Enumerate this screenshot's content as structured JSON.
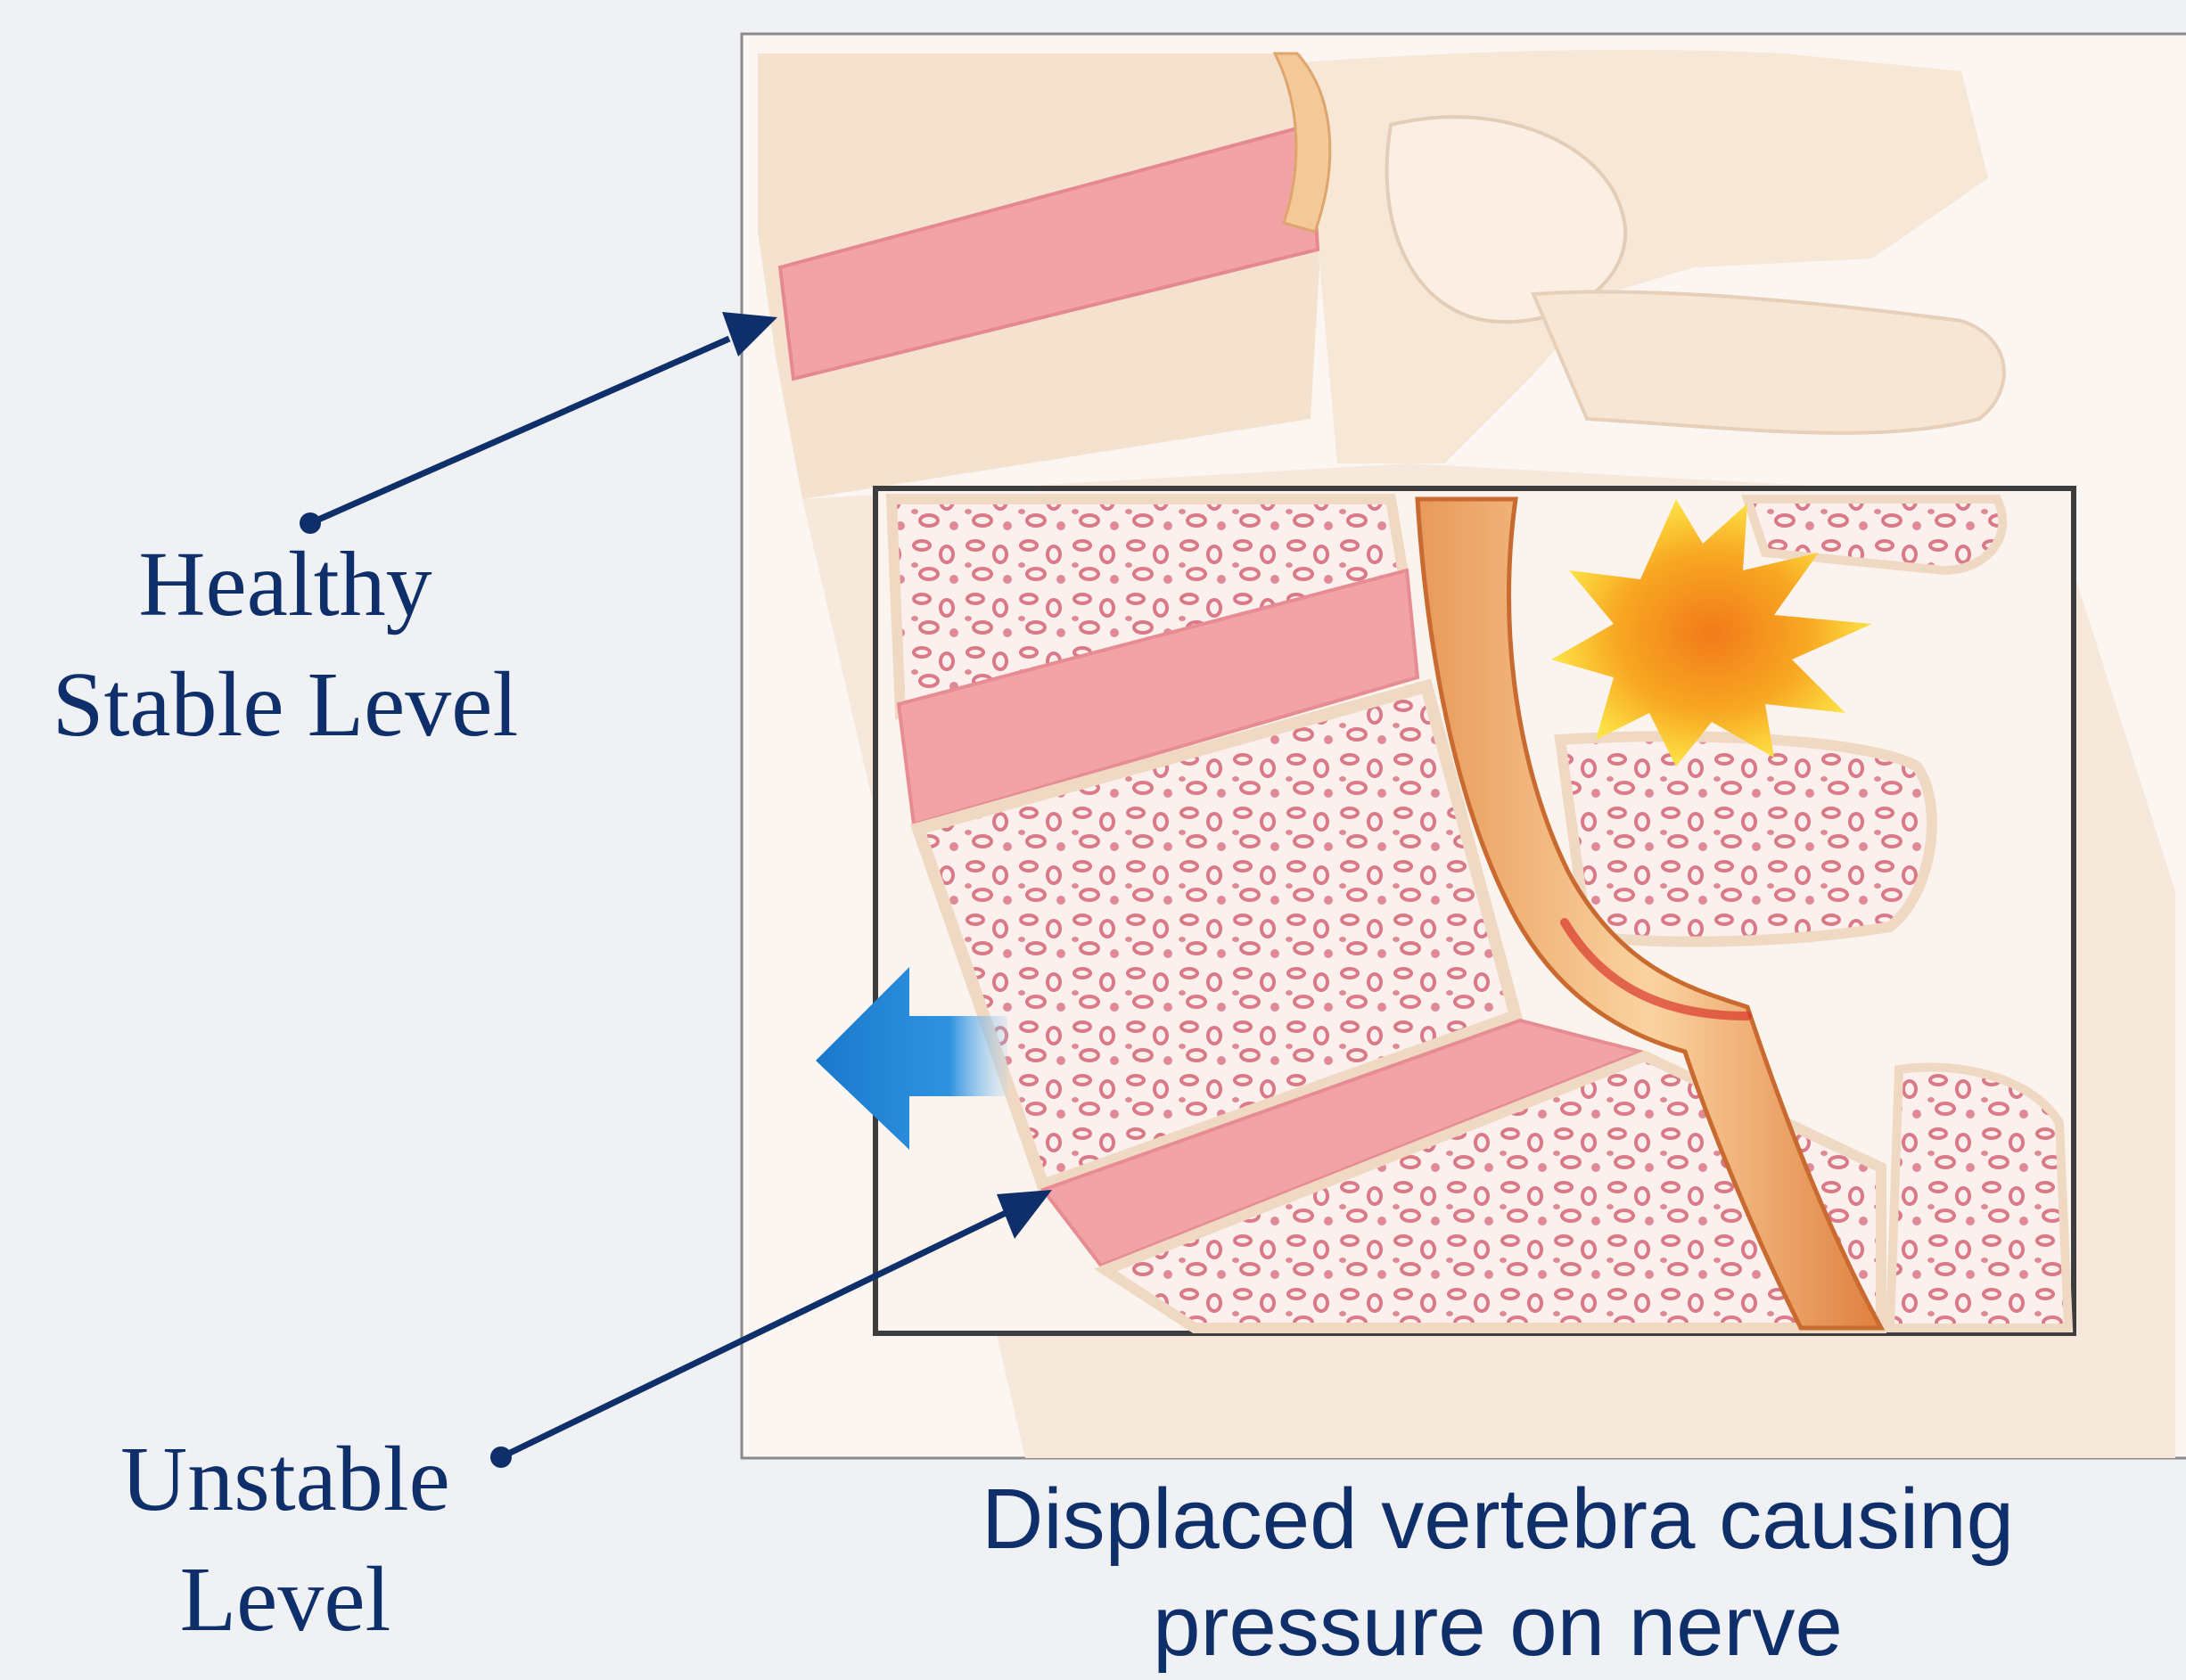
{
  "labels": {
    "healthy_line1": "Healthy",
    "healthy_line2": "Stable Level",
    "unstable_line1": "Unstable",
    "unstable_line2": "Level"
  },
  "caption": {
    "line1": "Displaced vertebra causing",
    "line2": "pressure on nerve"
  },
  "colors": {
    "background": "#eff1f4",
    "label_text": "#0f2f6a",
    "arrow": "#0f2f6a",
    "disc": "#f2a3a6",
    "bone": "#f6e4d2",
    "nerve": "#f0b070",
    "pain_burst": "#f7a51e",
    "displacement_arrow": "#1e7ed0"
  },
  "icons": {
    "pain": "pain-burst-icon",
    "displacement": "left-arrow-icon"
  }
}
